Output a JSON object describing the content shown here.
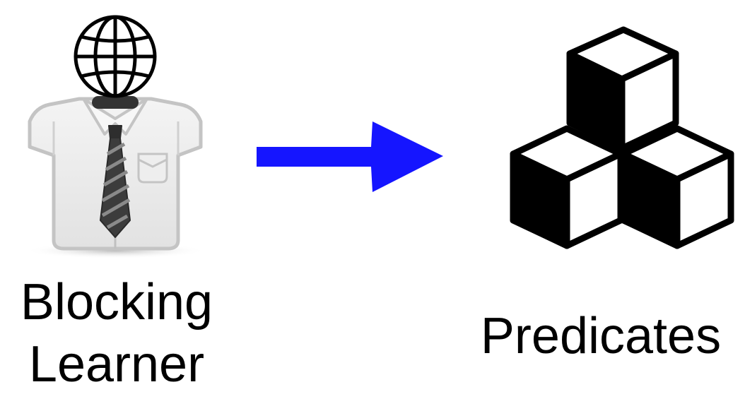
{
  "diagram": {
    "source_node": {
      "label_lines": [
        "Blocking",
        "Learner"
      ],
      "icon": "employee-globe-head-icon"
    },
    "target_node": {
      "label": "Predicates",
      "icon": "stacked-cubes-icon"
    },
    "edge": {
      "icon": "right-arrow-icon",
      "color": "#1515ff"
    }
  }
}
